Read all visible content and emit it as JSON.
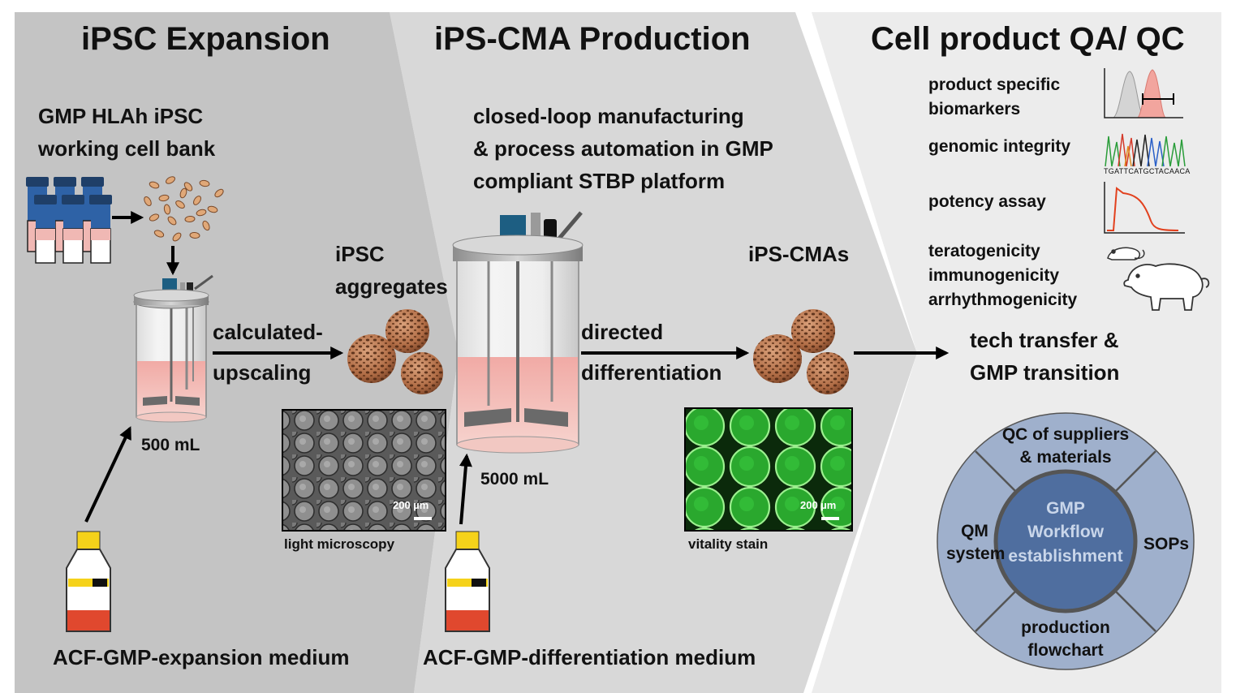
{
  "panels": {
    "expansion": {
      "title": "iPSC Expansion",
      "cell_bank": [
        "GMP HLAh iPSC",
        "working cell bank"
      ],
      "volume": "500 mL",
      "step": [
        "calculated-",
        "upscaling"
      ],
      "product": [
        "iPSC",
        "aggregates"
      ],
      "medium": "ACF-GMP-expansion medium",
      "micrograph_caption": "light microscopy",
      "scalebar": "200 µm"
    },
    "production": {
      "title": "iPS-CMA Production",
      "platform": [
        "closed-loop manufacturing",
        "& process automation in GMP",
        "compliant STBP platform"
      ],
      "volume": "5000 mL",
      "step": [
        "directed",
        "differentiation"
      ],
      "product": "iPS-CMAs",
      "medium": "ACF-GMP-differentiation medium",
      "micrograph_caption": "vitality stain",
      "scalebar": "200 µm"
    },
    "qaqc": {
      "title": "Cell product QA/ QC",
      "assays": [
        "product specific",
        "biomarkers",
        "genomic integrity",
        "potency assay",
        "teratogenicity",
        "immunogenicity",
        "arrhythmogenicity"
      ],
      "sequence": "TGATTCATGCTACAACA",
      "transfer": [
        "tech transfer &",
        "GMP transition"
      ],
      "workflow": {
        "center": [
          "GMP",
          "Workflow",
          "establishment"
        ],
        "top": [
          "QC of suppliers",
          "& materials"
        ],
        "left": [
          "QM",
          "system"
        ],
        "right": "SOPs",
        "bottom": [
          "production",
          "flowchart"
        ]
      }
    }
  },
  "colors": {
    "panel1": "#c4c4c4",
    "panel2": "#d8d8d8",
    "panel3": "#ececec",
    "workflow_ring": "#9fb0cc",
    "workflow_core": "#4f6e9f",
    "medium": "#d6d6d6",
    "stain": "#39c23d"
  }
}
